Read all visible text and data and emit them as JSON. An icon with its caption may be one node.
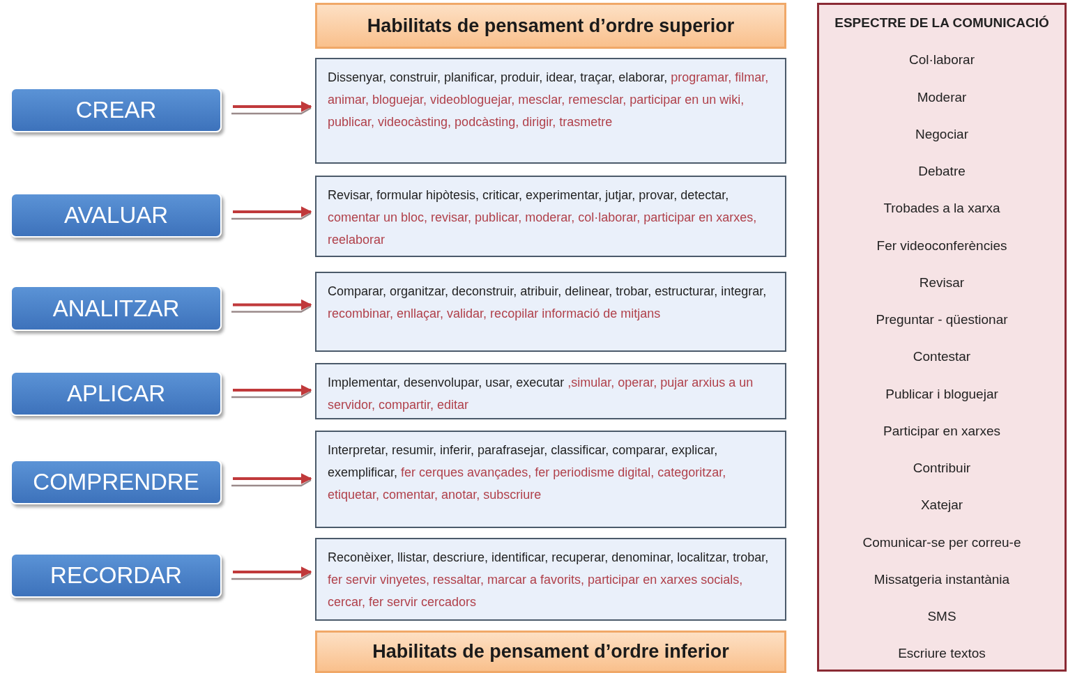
{
  "diagram": {
    "nodes": [
      {
        "text": [
          "Habilitats de pensament d’ordre superior"
        ]
      },
      {
        "text": [
          "CREAR"
        ]
      },
      {
        "text": [
          "Dissenyar, construir, planificar, produir, idear, traçar, elaborar,",
          "programar, filmar, animar, bloguejar, videobloguejar, mesclar, remesclar, participar en un wiki, publicar, videocàsting, podcàsting, dirigir, trasmetre"
        ]
      },
      {
        "text": [
          "AVALUAR"
        ]
      },
      {
        "text": [
          "Revisar, formular hipòtesis, criticar, experimentar, jutjar, provar, detectar,",
          "comentar un bloc, revisar, publicar, moderar, col·laborar, participar en xarxes, reelaborar"
        ]
      },
      {
        "text": [
          "ANALITZAR"
        ]
      },
      {
        "text": [
          "Comparar, organitzar, deconstruir, atribuir, delinear, trobar, estructurar, integrar,",
          "recombinar, enllaçar, validar, recopilar informació de mitjans"
        ]
      },
      {
        "text": [
          "APLICAR"
        ]
      },
      {
        "text": [
          "Implementar, desenvolupar, usar, executar",
          ",simular, operar, pujar arxius a un servidor, compartir, editar"
        ]
      },
      {
        "text": [
          "COMPRENDRE"
        ]
      },
      {
        "text": [
          "Interpretar, resumir, inferir, parafrasejar, classificar, comparar, explicar, exemplificar,",
          "fer cerques avançades, fer periodisme digital, categoritzar, etiquetar, comentar, anotar, subscriure"
        ]
      },
      {
        "text": [
          "RECORDAR"
        ]
      },
      {
        "text": [
          "Reconèixer, llistar, descriure, identificar, recuperar, denominar, localitzar, trobar,",
          "fer servir vinyetes, ressaltar, marcar a favorits, participar en xarxes socials, cercar, fer servir cercadors"
        ]
      },
      {
        "text": [
          "Habilitats de pensament d’ordre inferior"
        ]
      },
      {
        "text": [
          "ESPECTRE DE LA COMUNICACIÓ",
          "Col·laborar",
          "Moderar",
          "Negociar",
          "Debatre",
          "Trobades a la xarxa",
          "Fer videoconferències",
          "Revisar",
          "Preguntar - qüestionar",
          "Contestar",
          "Publicar i bloguejar",
          "Participar en xarxes",
          "Contribuir",
          "Xatejar",
          "Comunicar-se per correu-e",
          "Missatgeria instantània",
          "SMS",
          "Escriure textos"
        ]
      }
    ],
    "edges": [
      {
        "from": 1,
        "to": 2,
        "arrow": "to"
      },
      {
        "from": 3,
        "to": 4,
        "arrow": "to"
      },
      {
        "from": 5,
        "to": 6,
        "arrow": "to"
      },
      {
        "from": 7,
        "to": 8,
        "arrow": "to"
      },
      {
        "from": 9,
        "to": 10,
        "arrow": "to"
      },
      {
        "from": 11,
        "to": 12,
        "arrow": "to"
      }
    ]
  }
}
